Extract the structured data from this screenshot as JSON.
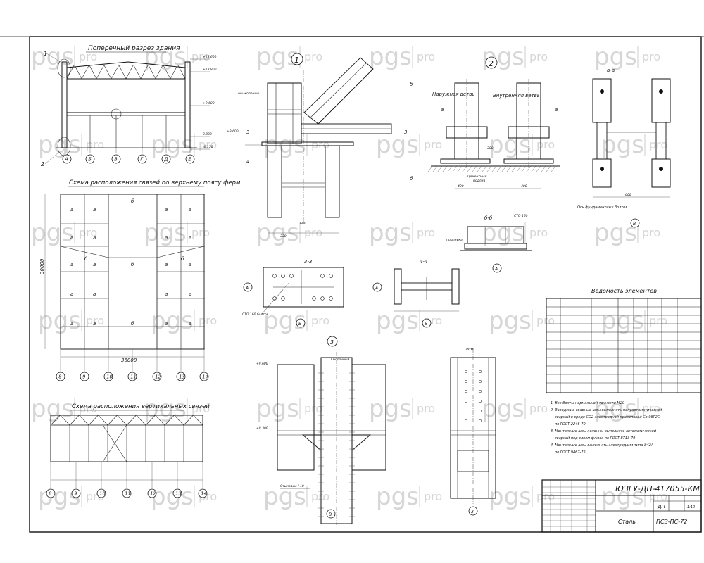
{
  "watermark": {
    "brand": "pgs",
    "suffix": "pro"
  },
  "views": {
    "cross_section_title": "Поперечный разрез здания",
    "top_chord_title": "Схема расположения связей по верхнему поясу ферм",
    "vertical_bracing_title": "Схема расположения вертикальных связей",
    "node1": "1",
    "node2": "2",
    "section_aa": "а-а",
    "section_bb": "б-б",
    "section_33": "3-3",
    "section_44": "4-4",
    "section_vv": "в-в",
    "outer_branch": "Наружная ветвь",
    "inner_branch": "Внутренняя ветвь",
    "anchor_note": "Ось фундаментных болтов",
    "dim_30000": "30000",
    "dim_36000": "36000",
    "label_a": "а",
    "label_b": "б",
    "axis_letters": [
      "А",
      "Б",
      "В",
      "Г",
      "Д",
      "Е"
    ],
    "axis_numbers": [
      "8",
      "9",
      "10",
      "11",
      "12",
      "13",
      "14"
    ],
    "axis_A": "А",
    "axis_B": "В",
    "axis_3": "3"
  },
  "notes": {
    "heading": "Ведомость элементов",
    "lines": [
      "1. Все болты нормальной точности М20",
      "2. Заводские сварные швы выполнять полуавтоматической",
      "сваркой в среде CO2 электродной проволокой Св-08Г2С",
      "по ГОСТ 2246-70",
      "3. Монтажные швы колонны выполнять автоматической",
      "сваркой под слоем флюса по ГОСТ 8713-79",
      "4. Монтажные швы выполнять электродами типа Э42А",
      "по ГОСТ 9467-75"
    ]
  },
  "title_block": {
    "code": "ЮЗГУ-ДП-417055-КМ",
    "stage": "ДП",
    "sheet": "1:10",
    "material": "Сталь",
    "group": "ПСЗ-ПС-72"
  }
}
